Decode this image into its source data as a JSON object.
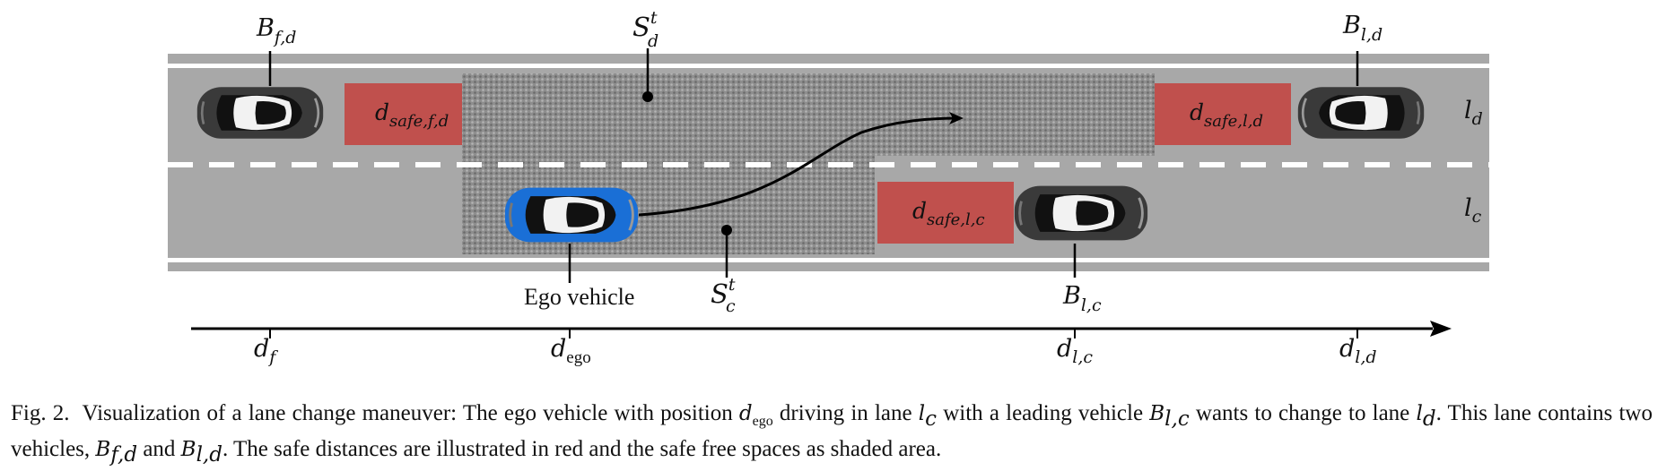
{
  "labels": {
    "b_fd": "B",
    "b_fd_sub": "f,d",
    "b_ld": "B",
    "b_ld_sub": "l,d",
    "b_lc": "B",
    "b_lc_sub": "l,c",
    "s_d": "S",
    "s_d_sup": "t",
    "s_d_sub": "d",
    "s_c": "S",
    "s_c_sup": "t",
    "s_c_sub": "c",
    "lane_d": "l",
    "lane_d_sub": "d",
    "lane_c": "l",
    "lane_c_sub": "c",
    "safe_fd": "d",
    "safe_fd_sub": "safe,f,d",
    "safe_ld": "d",
    "safe_ld_sub": "safe,l,d",
    "safe_lc": "d",
    "safe_lc_sub": "safe,l,c",
    "ego": "Ego vehicle"
  },
  "axis": {
    "d_f": "d",
    "d_f_sub": "f",
    "d_ego": "d",
    "d_ego_sub": "ego",
    "d_lc": "d",
    "d_lc_sub": "l,c",
    "d_ld": "d",
    "d_ld_sub": "l,d"
  },
  "colors": {
    "road": "#a8a8a8",
    "safe_zone": "#c0504d",
    "ego_car": "#1a6fd6",
    "other_car": "#3a3a3a",
    "lane_marking": "#ffffff"
  },
  "caption": {
    "label": "Fig. 2.",
    "p1": "Visualization of a lane change maneuver: The ego vehicle with position ",
    "m1": "d",
    "m1_sub": "ego",
    "p2": " driving in lane ",
    "m2": "l",
    "m2_sub": "c",
    "p3": " with a leading vehicle ",
    "m3": "B",
    "m3_sub": "l,c",
    "p4": " wants to change to lane ",
    "m4": "l",
    "m4_sub": "d",
    "p5": ". This lane contains two vehicles, ",
    "m5": "B",
    "m5_sub": "f,d",
    "p6": " and ",
    "m6": "B",
    "m6_sub": "l,d",
    "p7": ". The safe distances are illustrated in red and the safe free spaces as shaded area."
  }
}
